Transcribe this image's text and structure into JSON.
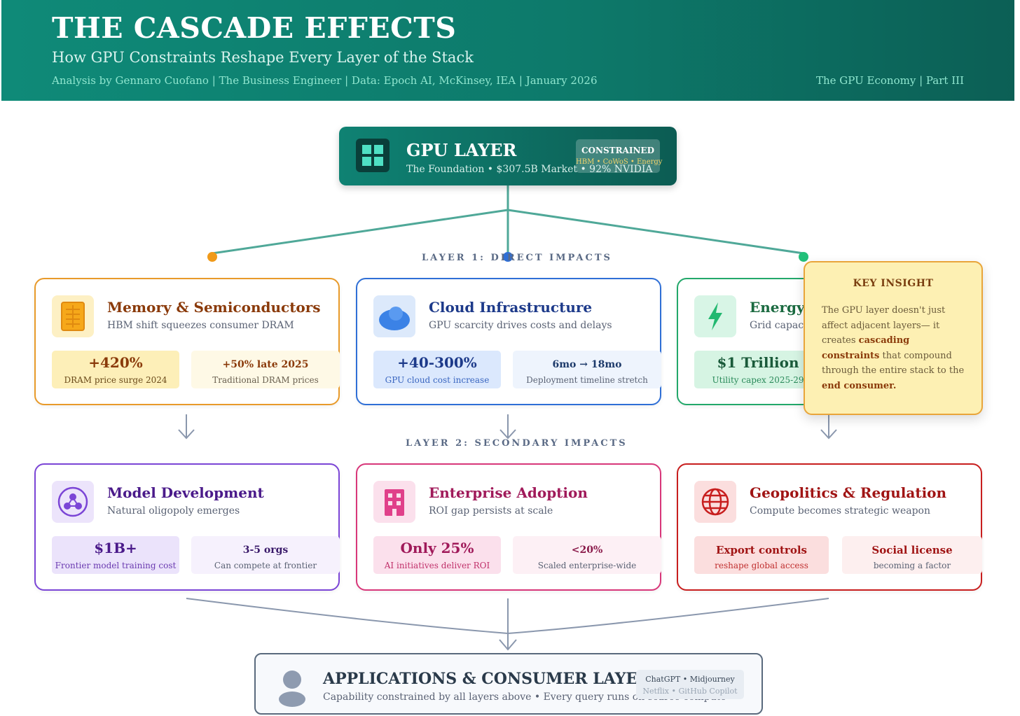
{
  "header": {
    "title": "THE CASCADE EFFECTS",
    "subtitle": "How GPU Constraints Reshape Every Layer of the Stack",
    "meta": "Analysis by Gennaro Cuofano | The Business Engineer | Data: Epoch AI, McKinsey, IEA | January 2026",
    "series": "The GPU Economy | Part III"
  },
  "gpu_layer": {
    "title": "GPU LAYER",
    "description": "The Foundation • $307.5B Market • 92% NVIDIA",
    "tag_label": "CONSTRAINED",
    "tag_detail": "HBM • CoWoS • Energy",
    "icon": "gpu-chip-icon"
  },
  "layer1": {
    "label": "LAYER 1: DIRECT IMPACTS",
    "cards": [
      {
        "title": "Memory & Semiconductors",
        "subtitle": "HBM shift squeezes consumer DRAM",
        "icon": "memory-chip-icon",
        "accent": "#e89a2a",
        "stat1_value": "+420%",
        "stat1_label": "DRAM price surge 2024",
        "stat2_value": "+50% late 2025",
        "stat2_label": "Traditional DRAM prices"
      },
      {
        "title": "Cloud Infrastructure",
        "subtitle": "GPU scarcity drives costs and delays",
        "icon": "cloud-icon",
        "accent": "#2f6fd6",
        "stat1_value": "+40-300%",
        "stat1_label": "GPU cloud cost increase",
        "stat2_value": "6mo → 18mo",
        "stat2_label": "Deployment timeline stretch"
      },
      {
        "title": "Energy &",
        "subtitle": "Grid capacit",
        "icon": "lightning-icon",
        "accent": "#22a86a",
        "stat1_value": "$1 Trillion",
        "stat1_label": "Utility capex 2025-29"
      }
    ]
  },
  "key_insight": {
    "heading": "KEY INSIGHT",
    "text_1": "The GPU layer doesn't just affect adjacent layers— it creates ",
    "text_bold_1": "cascading constraints",
    "text_2": " that compound through the entire stack to the ",
    "text_bold_2": "end consumer."
  },
  "layer2": {
    "label": "LAYER 2: SECONDARY IMPACTS",
    "cards": [
      {
        "title": "Model Development",
        "subtitle": "Natural oligopoly emerges",
        "icon": "network-icon",
        "accent": "#7b45d6",
        "stat1_value": "$1B+",
        "stat1_label": "Frontier model training cost",
        "stat2_value": "3-5 orgs",
        "stat2_label": "Can compete at frontier"
      },
      {
        "title": "Enterprise Adoption",
        "subtitle": "ROI gap persists at scale",
        "icon": "building-icon",
        "accent": "#d8377a",
        "stat1_value": "Only 25%",
        "stat1_label": "AI initiatives deliver ROI",
        "stat2_value": "<20%",
        "stat2_label": "Scaled enterprise-wide"
      },
      {
        "title": "Geopolitics & Regulation",
        "subtitle": "Compute becomes strategic weapon",
        "icon": "globe-icon",
        "accent": "#c81e1e",
        "stat1_value": "Export controls",
        "stat1_label": "reshape global access",
        "stat2_value": "Social license",
        "stat2_label": "becoming a factor"
      }
    ]
  },
  "applications": {
    "title": "APPLICATIONS & CONSUMER LAYER",
    "description": "Capability constrained by all layers above • Every query runs on scarce compute",
    "examples_1": "ChatGPT • Midjourney",
    "examples_2": "Netflix • GitHub Copilot",
    "icon": "user-icon"
  }
}
